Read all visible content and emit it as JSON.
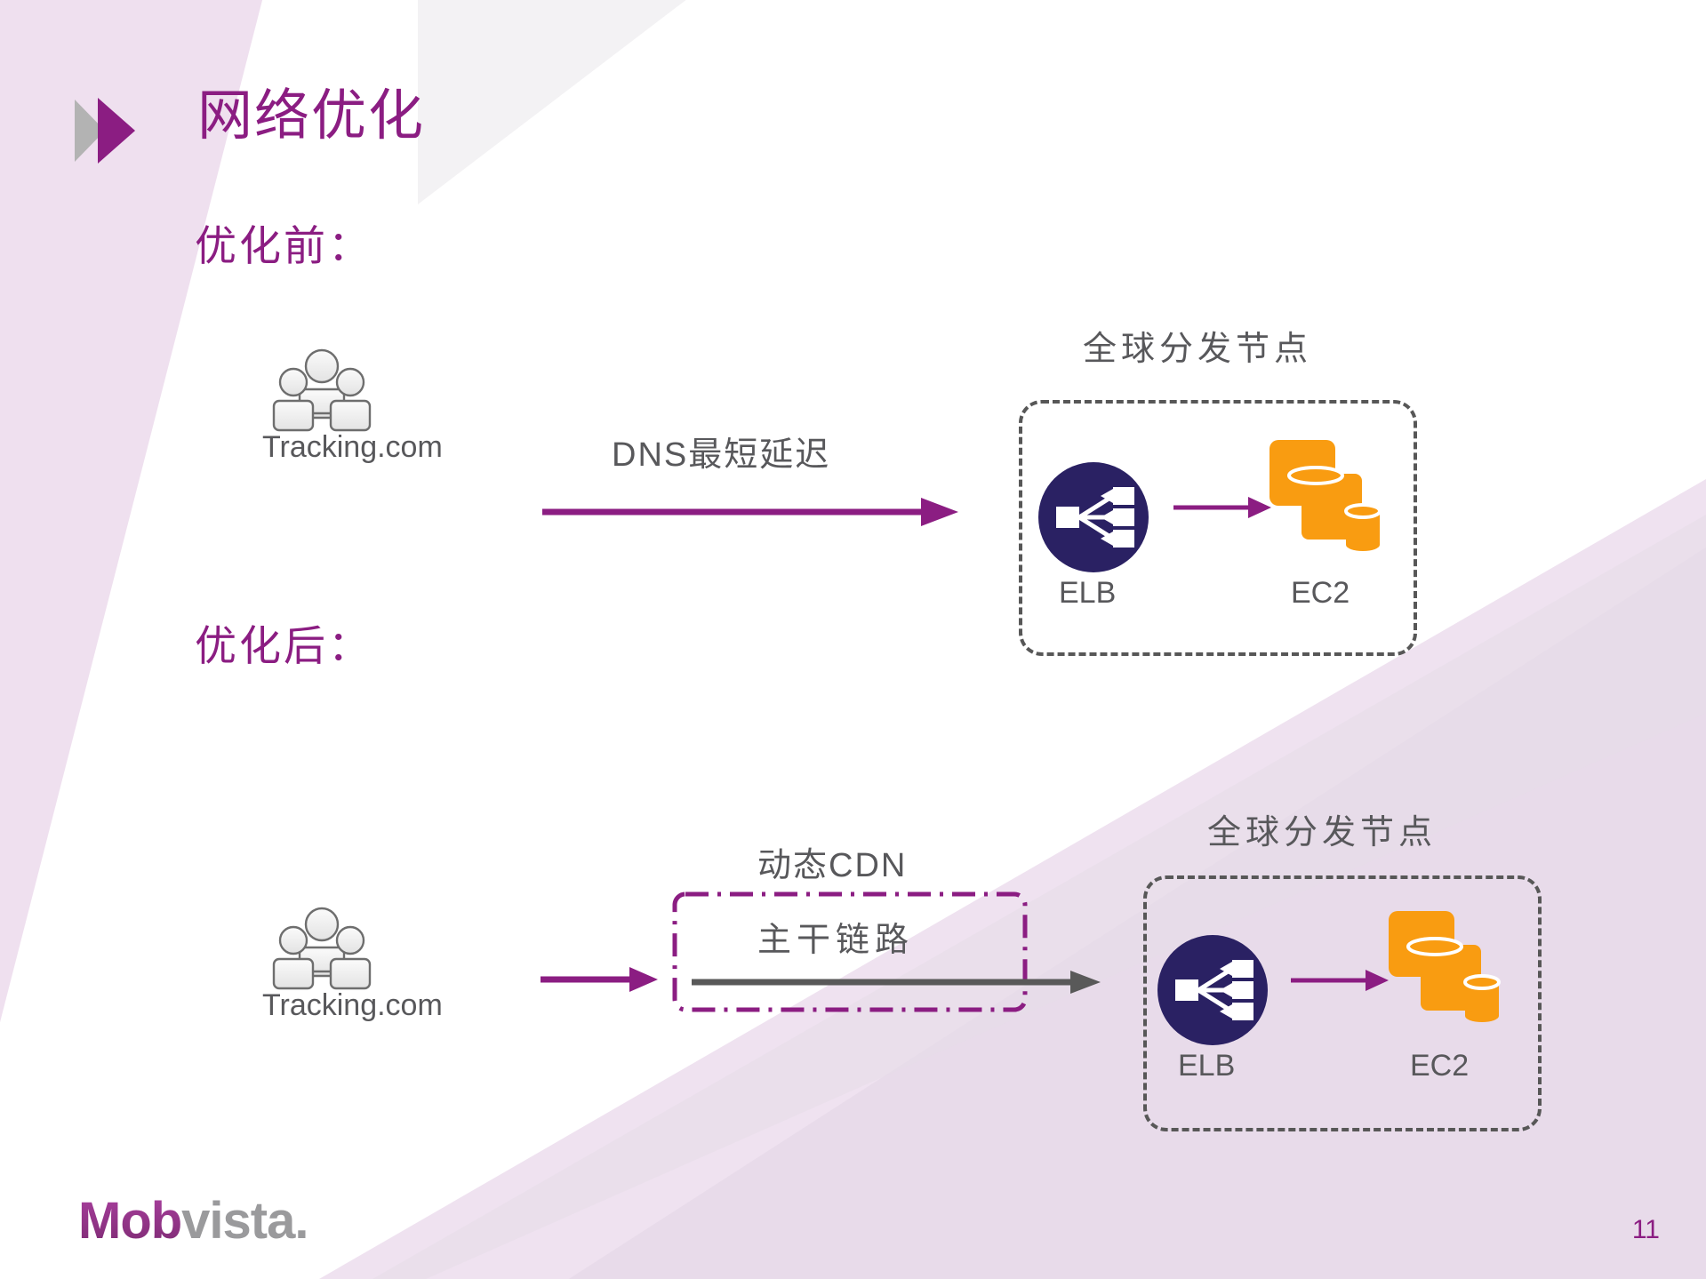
{
  "slide": {
    "title": "网络优化",
    "page_number": "11",
    "brand": {
      "part1": "Mob",
      "part2": "vista."
    },
    "accent_color": "#8b1d82",
    "aws_orange": "#f99c11",
    "elb_navy": "#2a2163",
    "text_grey": "#58585b"
  },
  "sections": [
    {
      "label": "优化前：",
      "source": {
        "caption": "Tracking.com",
        "icon": "users-icon"
      },
      "flow_label": "DNS最短延迟",
      "region": {
        "title": "全球分发节点",
        "nodes": [
          {
            "caption": "ELB",
            "icon": "elb-icon"
          },
          {
            "caption": "EC2",
            "icon": "ec2-icon"
          }
        ]
      }
    },
    {
      "label": "优化后：",
      "source": {
        "caption": "Tracking.com",
        "icon": "users-icon"
      },
      "cdn": {
        "title": "动态CDN",
        "inner_label": "主干链路"
      },
      "region": {
        "title": "全球分发节点",
        "nodes": [
          {
            "caption": "ELB",
            "icon": "elb-icon"
          },
          {
            "caption": "EC2",
            "icon": "ec2-icon"
          }
        ]
      }
    }
  ]
}
